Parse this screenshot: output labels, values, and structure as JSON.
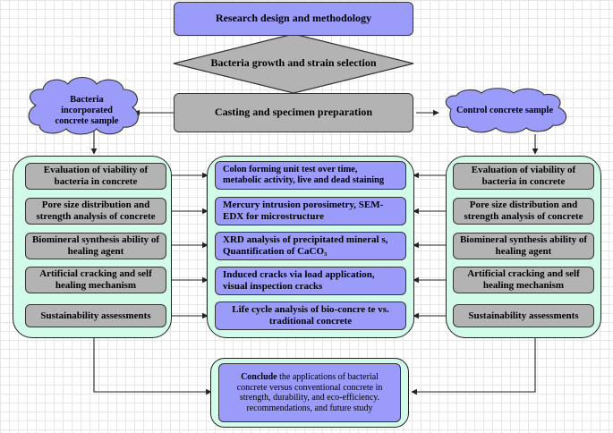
{
  "top": "Research design and methodology",
  "diamond": "Bacteria growth and strain selection",
  "casting": "Casting and specimen preparation",
  "cloud_left": "Bacteria incorporated concrete sample",
  "cloud_right": "Control concrete sample",
  "left_items": [
    "Evaluation of viability of bacteria in concrete",
    "Pore size distribution and strength analysis of concrete",
    "Biomineral synthesis ability of healing agent",
    "Artificial cracking and self healing mechanism",
    "Sustainability assessments"
  ],
  "center_items": [
    "Colon forming unit test over time, metabolic activity, live and dead staining",
    "Mercury intrusion porosimetry, SEM-EDX for microstructure",
    "XRD analysis of precipitated mineral s, Quantification of CaCO₃",
    "Induced cracks via load application, visual inspection cracks",
    "Life cycle analysis of bio-concre te vs. traditional concrete"
  ],
  "right_items": [
    "Evaluation of viability of bacteria in concrete",
    "Pore size distribution and strength analysis of concrete",
    "Biomineral synthesis ability of healing agent",
    "Artificial cracking and self healing mechanism",
    "Sustainability assessments"
  ],
  "conclude_bold": "Conclude",
  "conclude_text": "the applications of bacterial concrete versus conventional concrete in strength, durability, and eco-efficiency. recommendations, and future study",
  "colors": {
    "blue": "#9b9bfa",
    "gray": "#b3b3b3",
    "panel": "#d3fbe9"
  }
}
